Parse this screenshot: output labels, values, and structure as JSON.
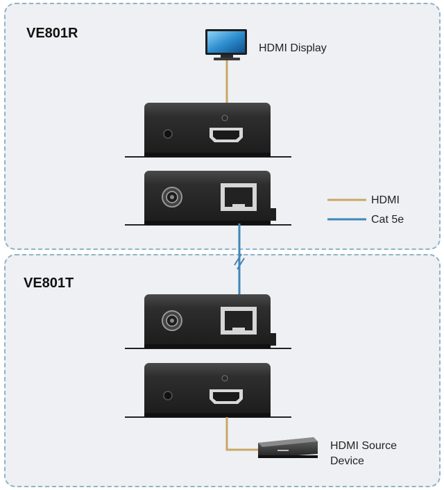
{
  "receiver": {
    "title": "VE801R"
  },
  "transmitter": {
    "title": "VE801T"
  },
  "display": {
    "label": "HDMI Display",
    "icon": "monitor-icon"
  },
  "source": {
    "label_line1": "HDMI Source",
    "label_line2": "Device",
    "icon": "media-player-icon"
  },
  "legend": {
    "hdmi_label": "HDMI",
    "cat5e_label": "Cat 5e",
    "hdmi_color": "#c9a766",
    "cat5e_color": "#3f86b8"
  },
  "colors": {
    "panel_bg": "#eef0f3",
    "panel_border": "#8fb3c9",
    "device_body": "#2b2b2b"
  }
}
